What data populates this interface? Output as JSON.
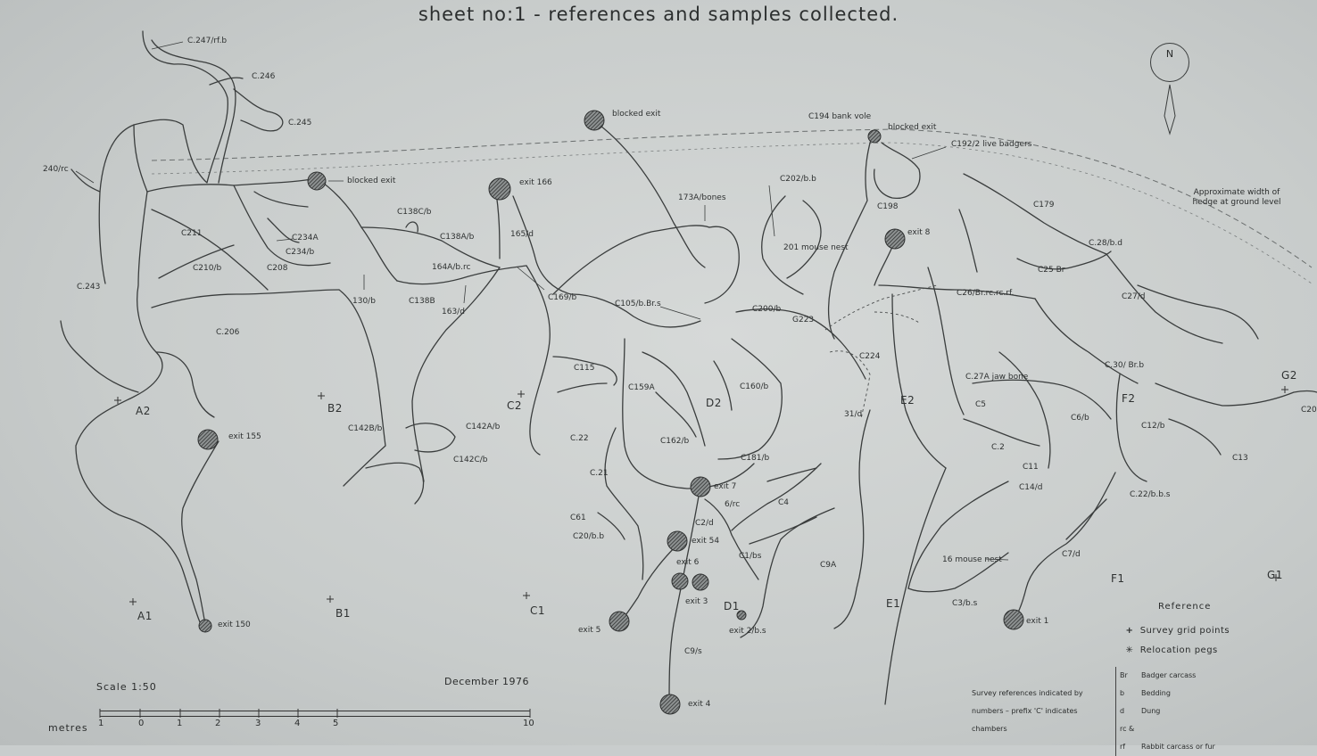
{
  "title": "sheet no:1  -  references  and  samples  collected.",
  "north": "N",
  "hedge_note": "Approximate width of hedge at ground level",
  "points": [
    "A1",
    "A2",
    "B1",
    "B2",
    "C1",
    "C2",
    "D1",
    "D2",
    "E1",
    "E2",
    "F1",
    "F2",
    "G1",
    "G2"
  ],
  "labels": [
    "C.247/rf.b",
    "C.246",
    "C.245",
    "240/rc",
    "C.243",
    "blocked exit",
    "C211",
    "C234A",
    "C234/b",
    "C210/b",
    "C208",
    "C.206",
    "C138C/b",
    "C138A/b",
    "130/b",
    "C138B",
    "164A/b.rc",
    "163/d",
    "165/d",
    "exit 166",
    "blocked exit",
    "C169/b",
    "173A/bones",
    "C202/b.b",
    "C194 bank vole",
    "blocked exit",
    "C192/2 live badgers",
    "C198",
    "201 mouse nest",
    "exit 8",
    "C179",
    "C.28/b.d",
    "C25 Br",
    "C26/Br.rc.rc.rf.",
    "C27/d",
    "C105/b.Br.s",
    "C200/b",
    "G223",
    "C224",
    "C115",
    "C159A",
    "C160/b",
    "C.27A jaw bone",
    "C5",
    "C.30/ Br.b",
    "C142B/b",
    "C142A/b",
    "C142C/b",
    "C162/b",
    "C181/b",
    "31/d",
    "C.2",
    "C6/b",
    "C12/b",
    "C13",
    "C.22",
    "C.21",
    "exit 155",
    "exit 7",
    "C11",
    "C14/d",
    "C.22/b.b.s",
    "6/rc",
    "C4",
    "C61",
    "C2/d",
    "C20/b.b",
    "exit 54",
    "C1/bs",
    "C9A",
    "exit 6",
    "16 mouse nest",
    "C7/d",
    "exit 3",
    "C3/b.s",
    "exit 5",
    "exit 2/b.s",
    "exit 1",
    "exit 150",
    "C9/s",
    "exit 4",
    "C20"
  ],
  "reference": {
    "title": "Reference",
    "grid_points": "Survey grid points",
    "pegs": "Relocation pegs",
    "abbreviations": [
      {
        "key": "Br",
        "value": "Badger carcass"
      },
      {
        "key": "b",
        "value": "Bedding"
      },
      {
        "key": "d",
        "value": "Dung"
      },
      {
        "key": "rc & rf",
        "value": "Rabbit carcass or fur"
      }
    ],
    "survey_note": [
      "Survey references indicated by",
      "numbers  –  prefix 'C' indicates",
      "chambers"
    ]
  },
  "scale": "Scale  1:50",
  "date": "December  1976",
  "metres_label": "metres",
  "scale_ticks": [
    "1",
    "0",
    "1",
    "2",
    "3",
    "4",
    "5",
    "10"
  ],
  "colors": {
    "paper": "#c9cdcd",
    "ink": "#3a3d3d",
    "hatch": "#2e3030"
  }
}
